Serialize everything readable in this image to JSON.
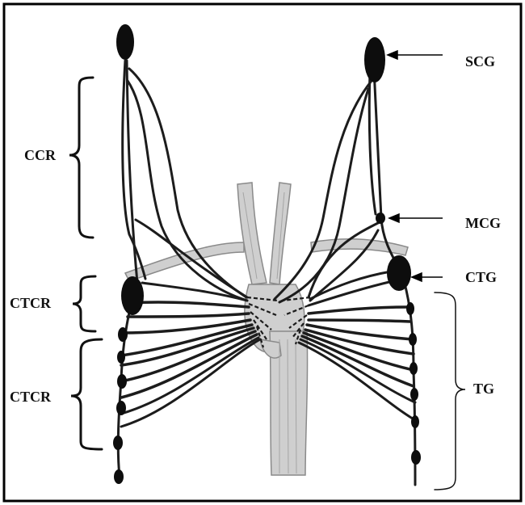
{
  "labels": {
    "scg": "SCG",
    "mcg": "MCG",
    "ctg": "CTG",
    "tg": "TG",
    "ccr": "CCR",
    "ctcr_upper": "CTCR",
    "ctcr_lower": "CTCR"
  },
  "colors": {
    "nerve": "#1c1c1c",
    "ganglion": "#0d0d0d",
    "vessel_fill": "#cfcfcf",
    "vessel_edge": "#8a8a8a",
    "bracket": "#111111",
    "border": "#000000"
  }
}
